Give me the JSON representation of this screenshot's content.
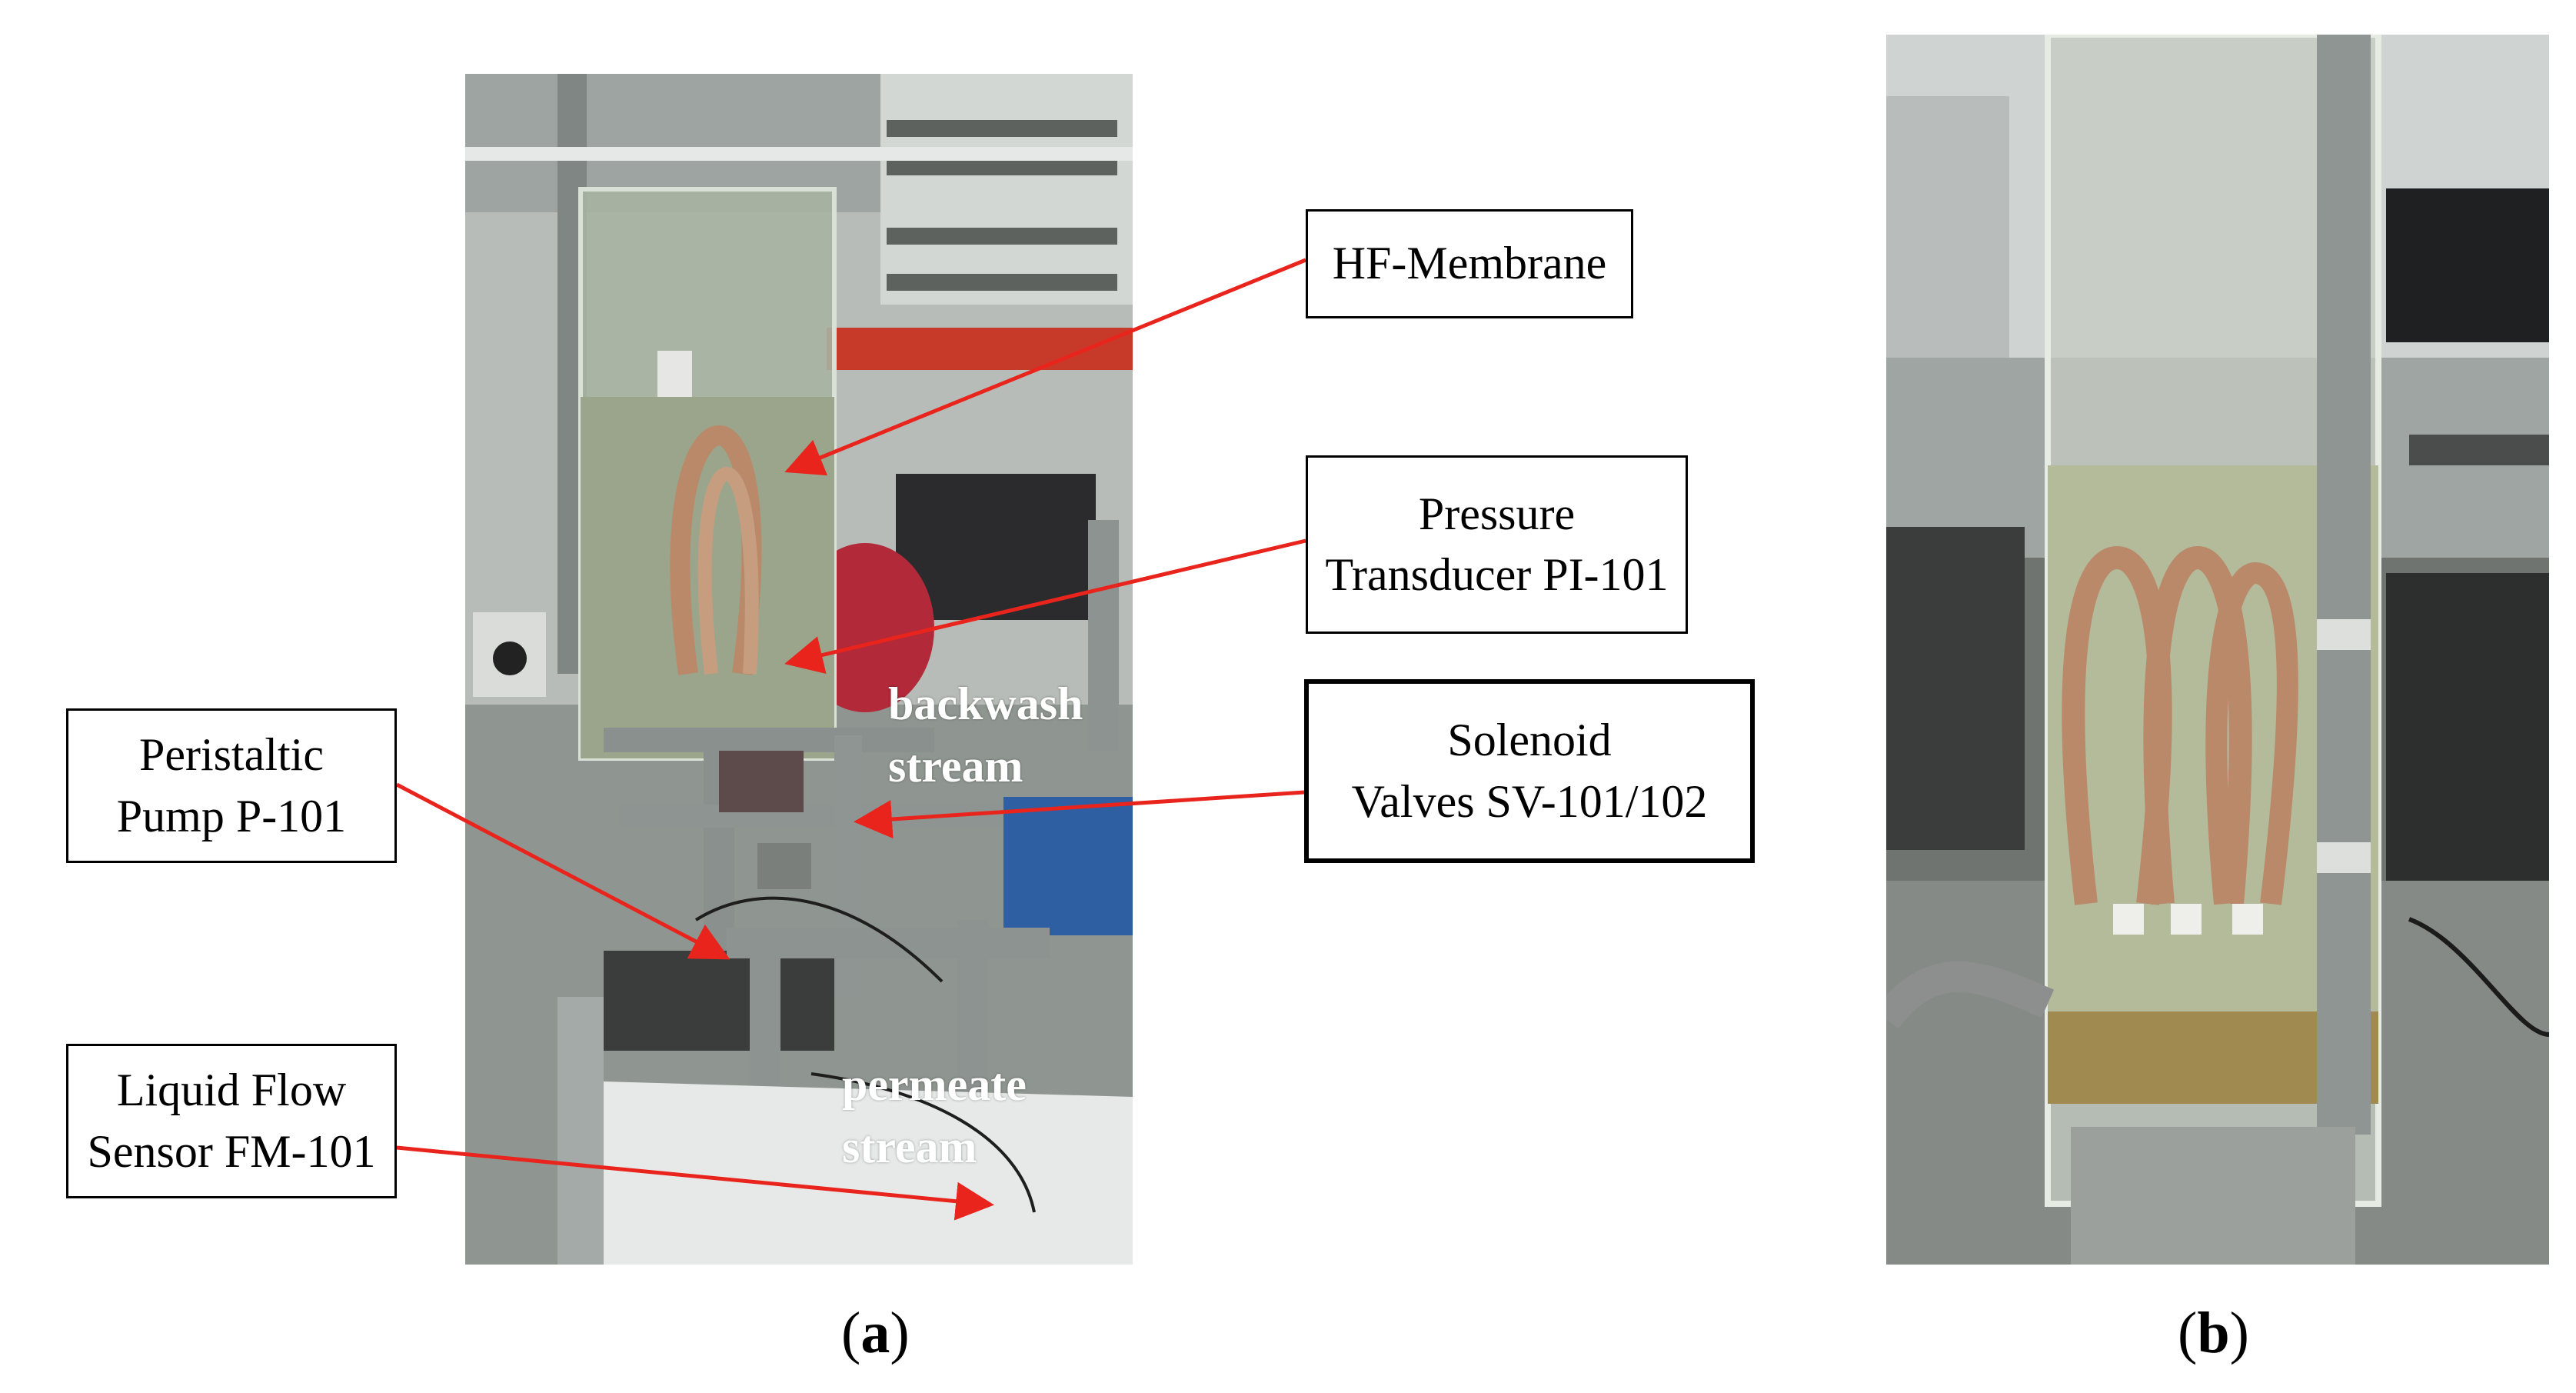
{
  "figure": {
    "panel_a": {
      "caption_open": "(",
      "caption_letter": "a",
      "caption_close": ")",
      "labels": {
        "hf_membrane": "HF-Membrane",
        "pressure_line1": "Pressure",
        "pressure_line2": "Transducer PI-101",
        "pump_line1": "Peristaltic",
        "pump_line2": "Pump P-101",
        "solenoid_line1": "Solenoid",
        "solenoid_line2": "Valves SV-101/102",
        "flow_line1": "Liquid Flow",
        "flow_line2": "Sensor FM-101"
      },
      "streams": {
        "backwash_line1": "backwash",
        "backwash_line2": "stream",
        "permeate_line1": "permeate",
        "permeate_line2": "stream"
      }
    },
    "panel_b": {
      "caption_open": "(",
      "caption_letter": "b",
      "caption_close": ")"
    },
    "colors": {
      "arrow": "#e8241c",
      "label_border": "#000000",
      "stream_text": "#ffffff",
      "membrane_fibers": "#b9896a"
    }
  }
}
